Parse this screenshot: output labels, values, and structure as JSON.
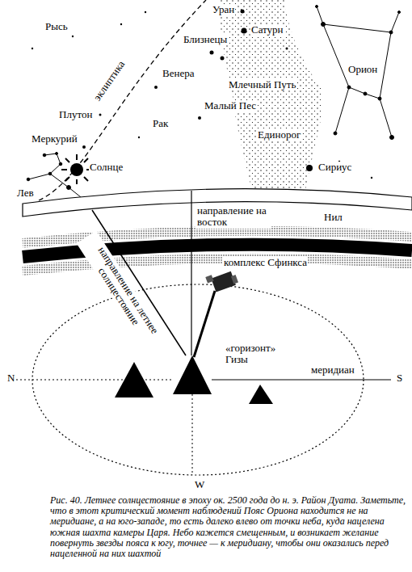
{
  "diagram": {
    "caption": "Рис. 40. Летнее солнцестояние в эпоху ок. 2500 года до н. э. Район Дуата. Заметьте, что в этот критический момент наблюдений Пояс Ориона находится не на меридиане, а на юго-западе, то есть далеко влево от точки неба, куда нацелена южная шахта камеры Царя. Небо кажется смещенным, и возникает желание повернуть звезды пояса к югу, точнее — к меридиану, чтобы они оказались перед нацеленной на них шахтой",
    "labels": [
      "Уран",
      "Сатурн",
      "Рысь",
      "Близнецы",
      "эклиптика",
      "Венера",
      "Млечный Путь",
      "Орион",
      "Плутон",
      "Малый Пес",
      "Рак",
      "Единорог",
      "Меркурий",
      "Солнце",
      "Лев",
      "Сириус",
      "направление на восток",
      "Нил",
      "направление на летнее солнцестояние",
      "комплекс Сфинкса",
      "«горизонт» Гизы",
      "меридиан",
      "N",
      "S",
      "W"
    ]
  }
}
